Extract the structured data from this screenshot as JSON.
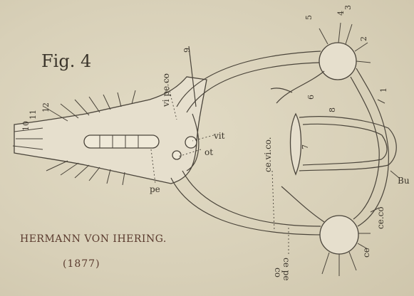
{
  "figure": {
    "title": "Fig. 4",
    "author": "HERMANN VON IHERING.",
    "year": "(1877)"
  },
  "labels": {
    "vi_pe_co": "vi pe co",
    "vit": "vit",
    "ot": "ot",
    "pe": "pe",
    "ce_vi_co": "ce.vi.co.",
    "bu": "Bu",
    "ce_co": "ce.co",
    "ce": "ce",
    "ce_pe_co_1": "ce pe",
    "ce_pe_co_2": "co"
  },
  "nerve_numbers": {
    "n1": "1",
    "n2": "2",
    "n3": "3",
    "n4": "4",
    "n5": "5",
    "n6": "6",
    "n7": "7",
    "n8": "8",
    "n9": "9",
    "n10": "10",
    "n11": "11",
    "n12": "12"
  }
}
